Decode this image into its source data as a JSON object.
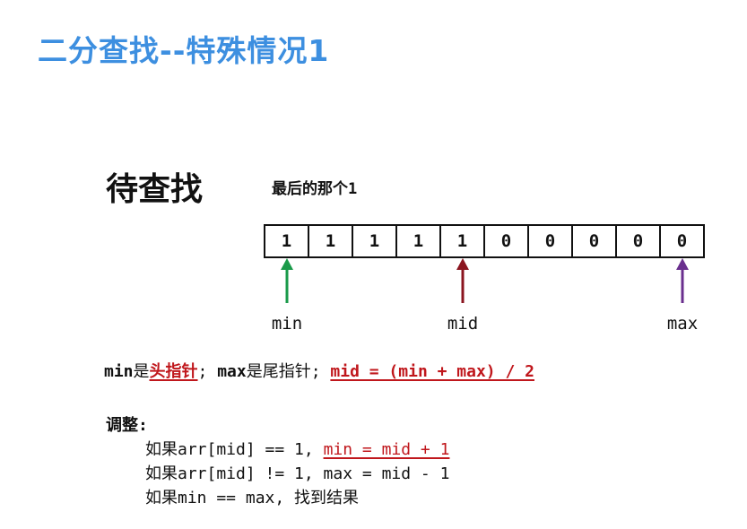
{
  "title": "二分查找--特殊情况1",
  "heading": "待查找",
  "note": "最后的那个1",
  "array": [
    "1",
    "1",
    "1",
    "1",
    "1",
    "0",
    "0",
    "0",
    "0",
    "0"
  ],
  "pointers": {
    "min": {
      "label": "min",
      "color": "#1a9a4a"
    },
    "mid": {
      "label": "mid",
      "color": "#8b1520"
    },
    "max": {
      "label": "max",
      "color": "#6a2f8e"
    }
  },
  "definition": {
    "min_kw": "min",
    "is1": "是",
    "head_ptr": "头指针",
    "sep1": "; ",
    "max_kw": "max",
    "is2": "是尾指针; ",
    "mid_formula": "mid = (min + max) / 2"
  },
  "adjust": {
    "label": "调整:",
    "rule1_prefix": "如果arr[mid] == 1, ",
    "rule1_action": "min = mid + 1",
    "rule2": "如果arr[mid] != 1, max = mid - 1",
    "rule3": "如果min == max, 找到结果"
  },
  "colors": {
    "title": "#3d8fe0",
    "highlight": "#c0171c"
  }
}
